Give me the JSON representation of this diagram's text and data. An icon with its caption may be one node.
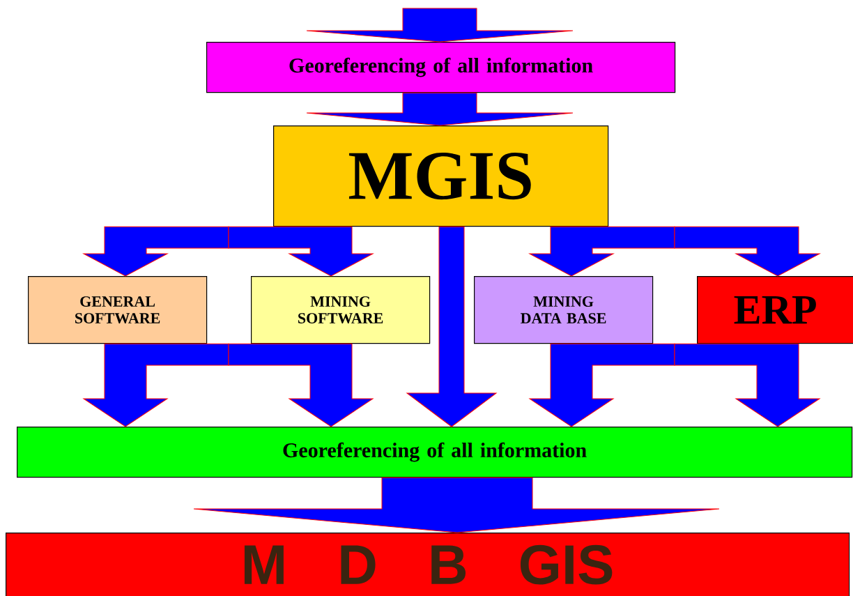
{
  "diagram": {
    "nodes": [
      {
        "text": [
          "Georeferencing of all information"
        ]
      },
      {
        "text": [
          "MGIS"
        ]
      },
      {
        "text": [
          "GENERAL SOFTWARE"
        ]
      },
      {
        "text": [
          "MINING SOFTWARE"
        ]
      },
      {
        "text": [
          "MINING DATA BASE"
        ]
      },
      {
        "text": [
          "ERP"
        ]
      },
      {
        "text": [
          "Georeferencing of all information"
        ]
      },
      {
        "text": [
          "M D B GIS"
        ]
      }
    ],
    "edges": [
      {
        "from": null,
        "to": 0,
        "arrow": "to"
      },
      {
        "from": 0,
        "to": 1,
        "arrow": "to"
      },
      {
        "from": 1,
        "to": 2,
        "arrow": "to"
      },
      {
        "from": 1,
        "to": 3,
        "arrow": "to"
      },
      {
        "from": 1,
        "to": 6,
        "arrow": "to"
      },
      {
        "from": 1,
        "to": 4,
        "arrow": "to"
      },
      {
        "from": 1,
        "to": 5,
        "arrow": "to"
      },
      {
        "from": 2,
        "to": 6,
        "arrow": "to"
      },
      {
        "from": 3,
        "to": 6,
        "arrow": "to"
      },
      {
        "from": 4,
        "to": 6,
        "arrow": "to"
      },
      {
        "from": 5,
        "to": 6,
        "arrow": "to"
      },
      {
        "from": 6,
        "to": 7,
        "arrow": "to"
      }
    ]
  }
}
